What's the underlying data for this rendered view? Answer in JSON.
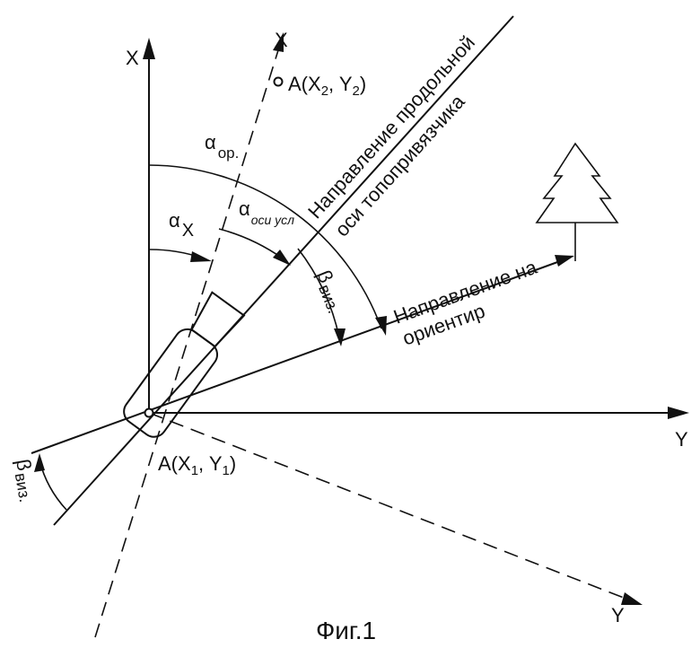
{
  "figure": {
    "caption": "Фиг.1",
    "axes": {
      "x_main": "X",
      "y_main": "Y",
      "x_rotated": "X",
      "y_rotated": "Y"
    },
    "points": {
      "a1": {
        "base": "A(X",
        "s1": "1",
        "mid": ", Y",
        "s2": "1",
        "end": ")"
      },
      "a2": {
        "base": "A(X",
        "s1": "2",
        "mid": ", Y",
        "s2": "2",
        "end": ")"
      }
    },
    "angles": {
      "alpha_or": {
        "sym": "α",
        "sub": "ор."
      },
      "alpha_x": {
        "sym": "α",
        "sub": "X"
      },
      "alpha_osi": {
        "sym": "α",
        "sub": "оси усл"
      },
      "beta_viz": {
        "sym": "β",
        "sub": "виз."
      },
      "beta_viz_lower": {
        "sym": "β",
        "sub": "виз."
      }
    },
    "labels": {
      "longitudinal_line1": "Направление продольной",
      "longitudinal_line2": "оси топопривязчика",
      "landmark_line1": "Направление на",
      "landmark_line2": "ориентир"
    },
    "icons": [
      "tree-icon",
      "vehicle-icon"
    ]
  }
}
